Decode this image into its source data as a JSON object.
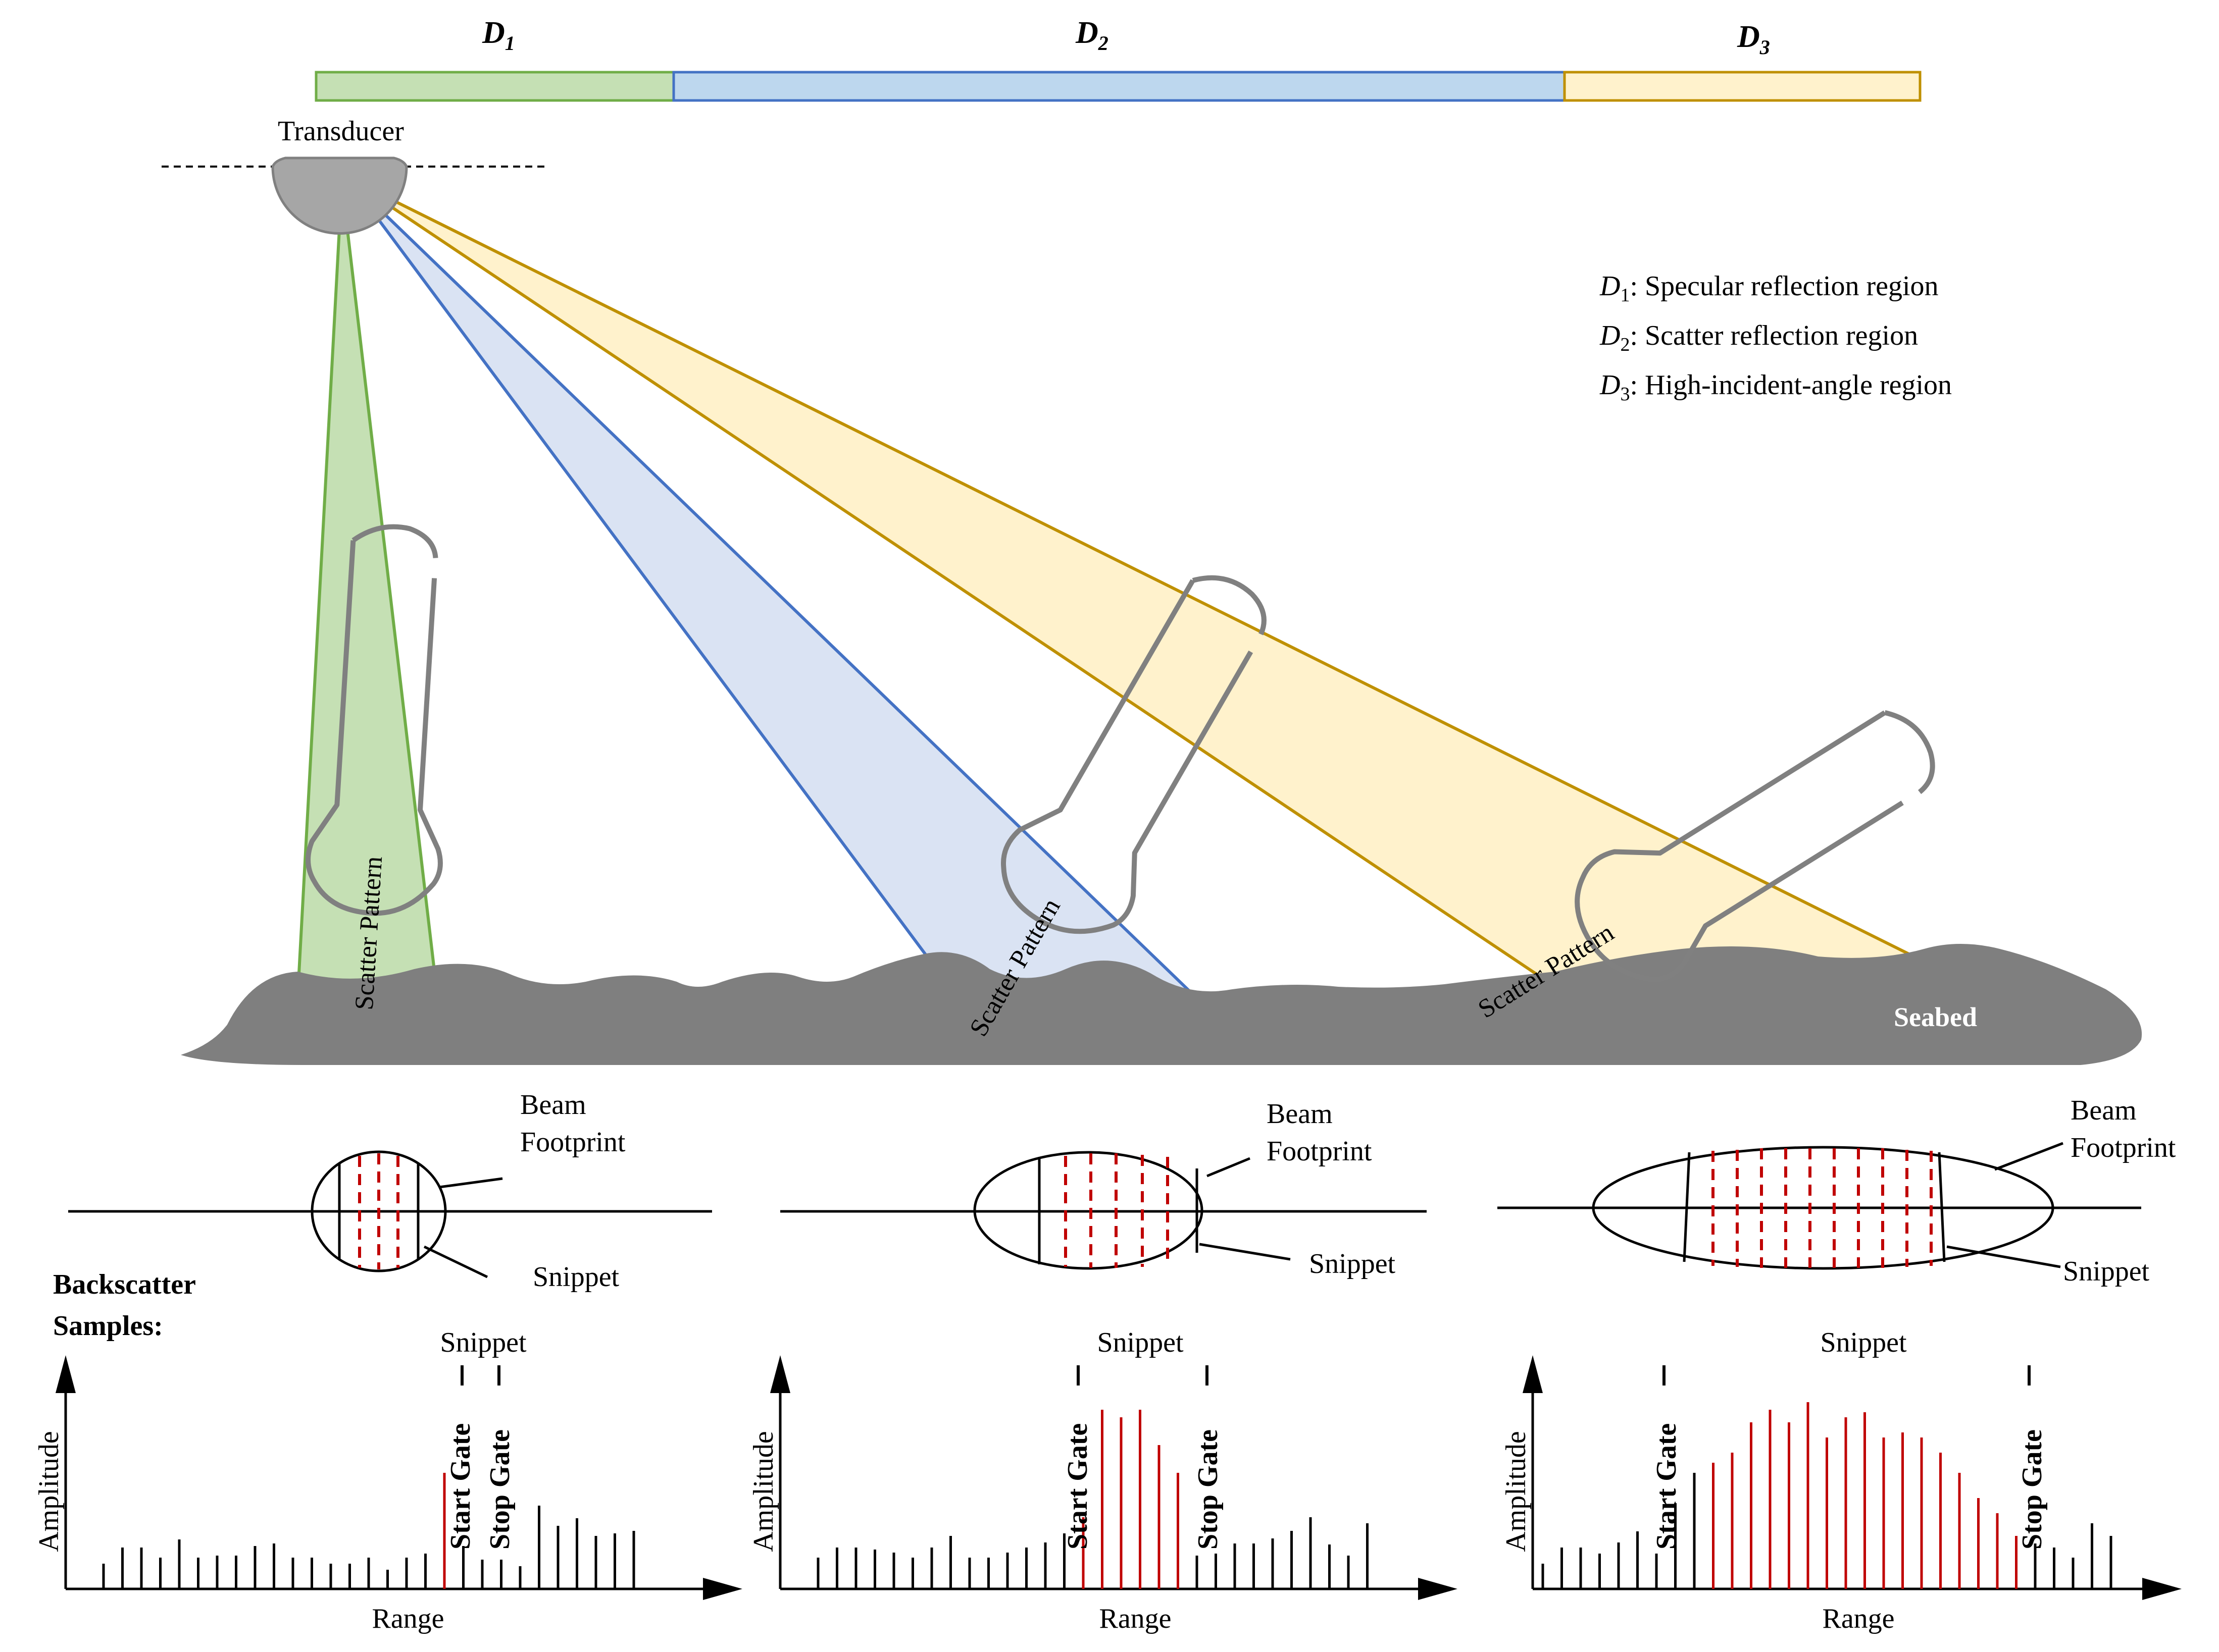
{
  "regions": {
    "d1": {
      "letter": "D",
      "sub": "1",
      "desc": "Specular reflection region",
      "fill": "#c5e0b4",
      "stroke": "#70ad47"
    },
    "d2": {
      "letter": "D",
      "sub": "2",
      "desc": "Scatter reflection region",
      "fill": "#bdd7ee",
      "stroke": "#4472c4"
    },
    "d3": {
      "letter": "D",
      "sub": "3",
      "desc": "High-incident-angle region",
      "fill": "#fff2cc",
      "stroke": "#bf9000"
    }
  },
  "beams": {
    "d1_fill": "#c5e0b4",
    "d1_stroke": "#70ad47",
    "d2_fill": "#dae3f3",
    "d2_stroke": "#4472c4",
    "d3_fill": "#fff2cc",
    "d3_stroke": "#bf9000"
  },
  "labels": {
    "transducer": "Transducer",
    "seabed": "Seabed",
    "scatter_pattern": "Scatter Pattern",
    "beam": "Beam",
    "footprint": "Footprint",
    "snippet": "Snippet",
    "backscatter": "Backscatter",
    "samples": "Samples:",
    "amplitude": "Amplitude",
    "range": "Range",
    "start_gate": "Start Gate",
    "stop_gate": "Stop Gate"
  },
  "colors": {
    "seabed": "#7f7f7f",
    "transducer": "#a6a6a6",
    "pattern_outline": "#808080",
    "sample_red": "#c00000",
    "sample_black": "#000000"
  }
}
